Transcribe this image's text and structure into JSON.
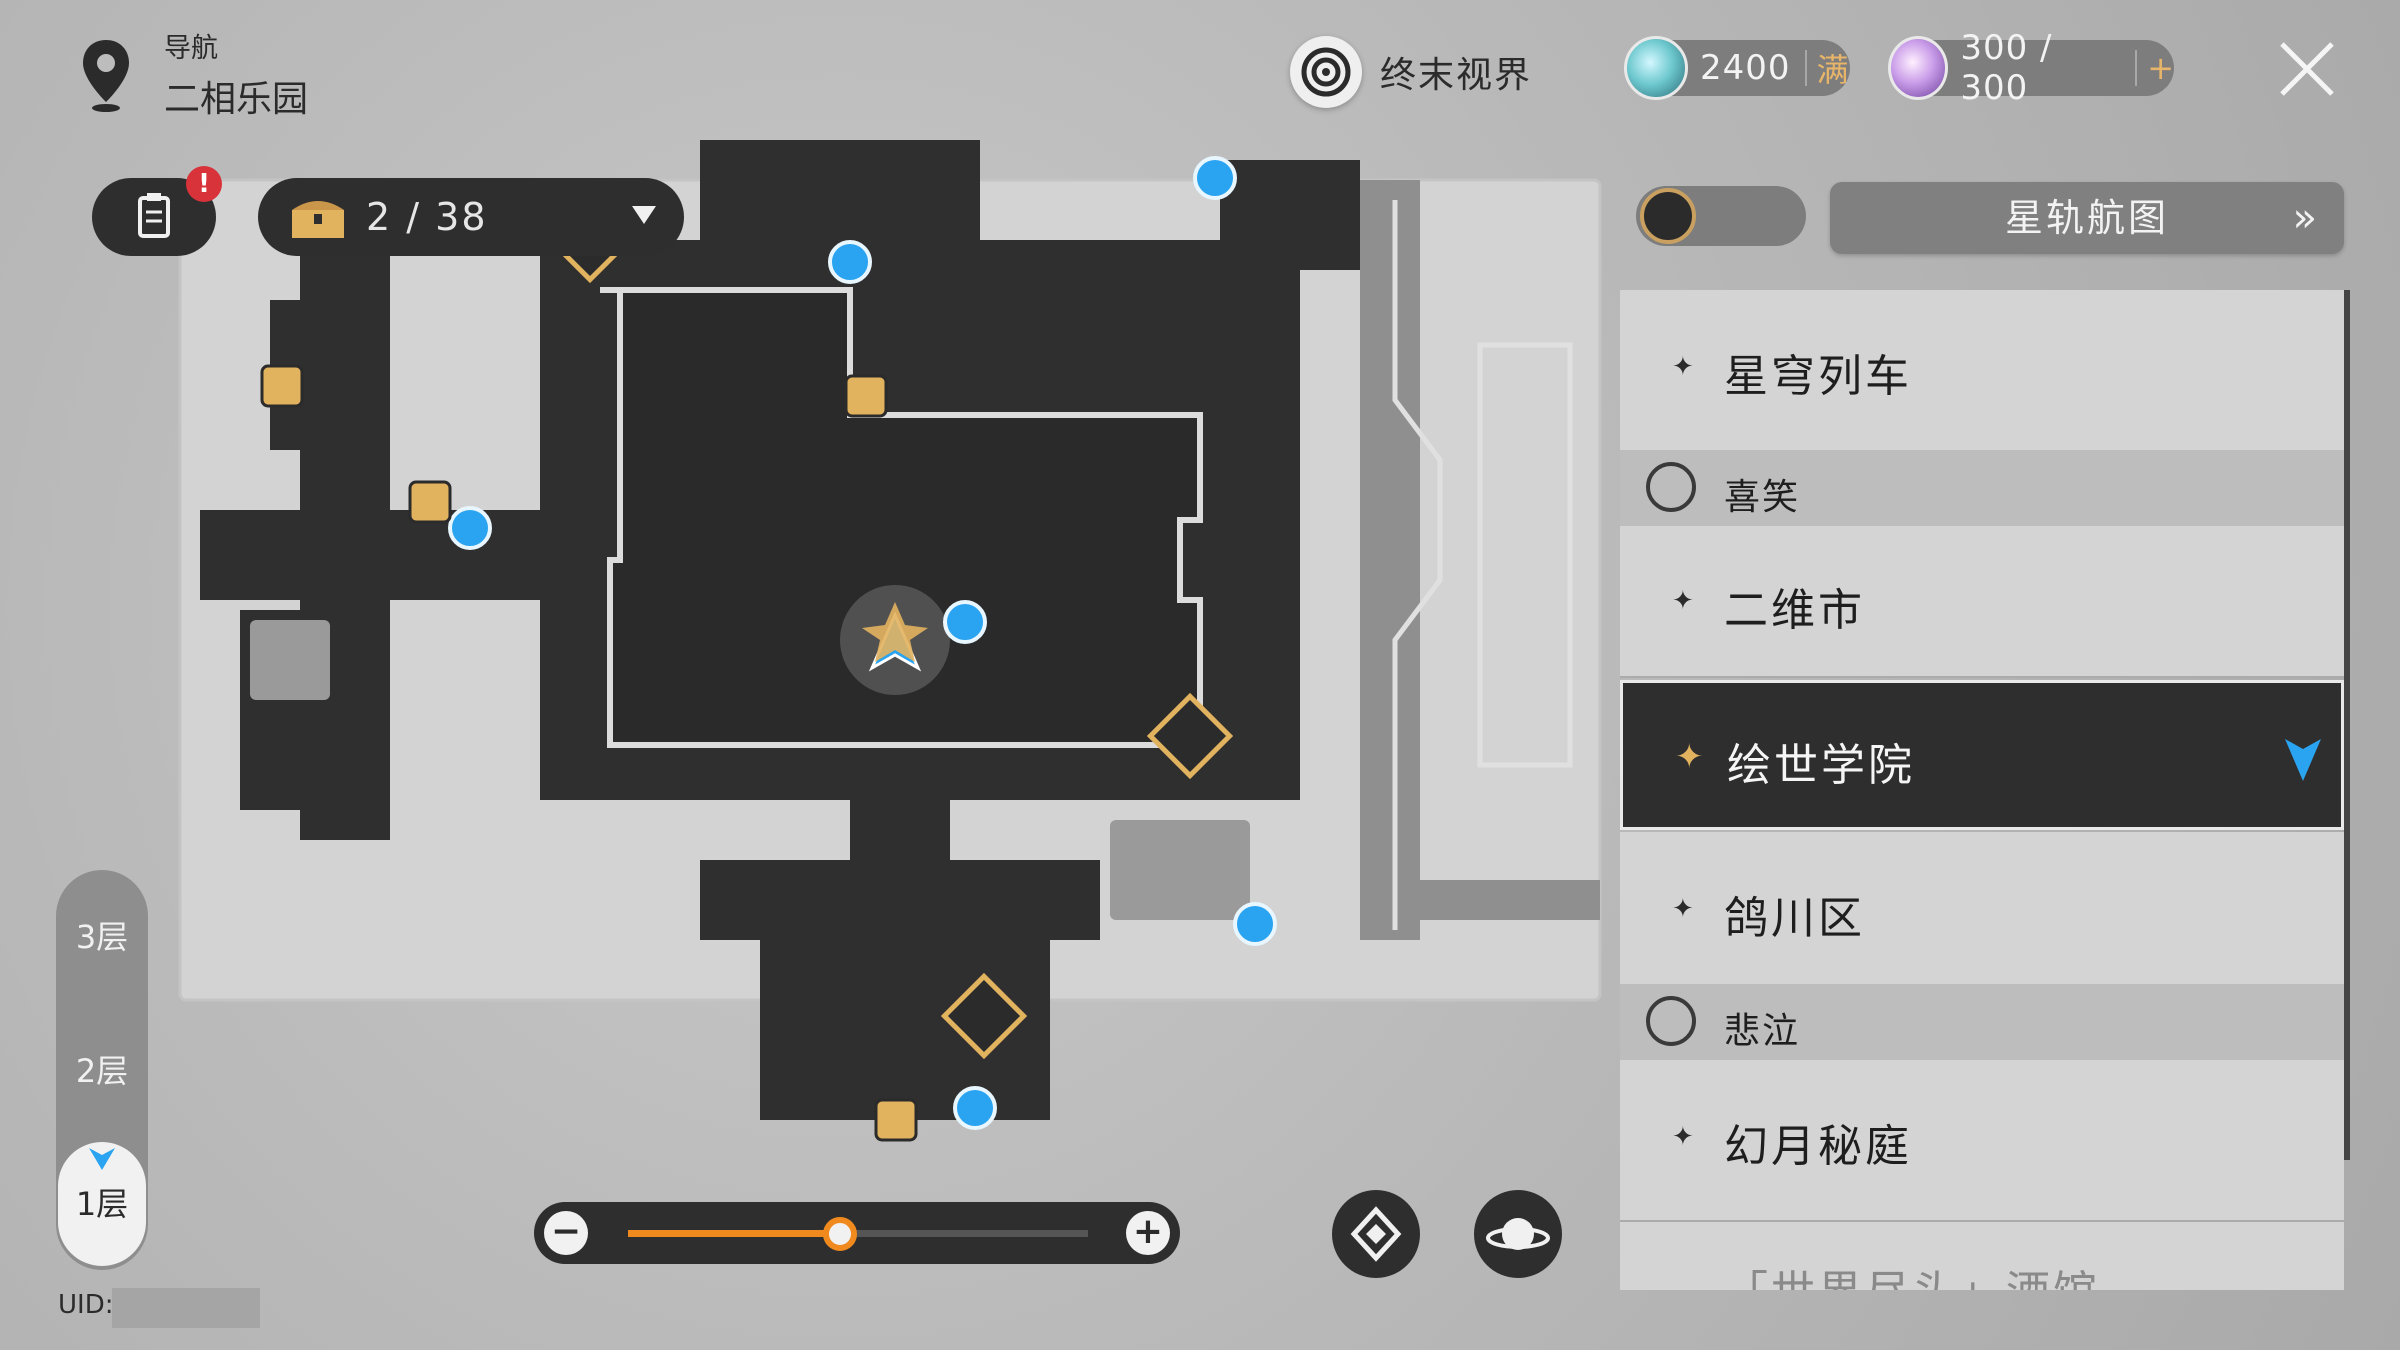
{
  "nav": {
    "label": "导航",
    "region": "二相乐园"
  },
  "top_bar": {
    "terminus_label": "终末视界",
    "resource_1": {
      "value": "2400",
      "tag": "满",
      "icon": "trailblaze-power-icon"
    },
    "resource_2": {
      "value": "300 / 300",
      "tag": "+",
      "icon": "fuel-icon"
    }
  },
  "map_controls": {
    "quest_badge": "!",
    "chest_count": "2 / 38"
  },
  "right_panel": {
    "starmap_label": "星轨航图",
    "starmap_chevron": "»",
    "locations": [
      {
        "type": "item",
        "name": "星穹列车"
      },
      {
        "type": "header",
        "name": "喜笑"
      },
      {
        "type": "item",
        "name": "二维市"
      },
      {
        "type": "item",
        "name": "绘世学院",
        "selected": true
      },
      {
        "type": "item",
        "name": "鸽川区"
      },
      {
        "type": "header",
        "name": "悲泣"
      },
      {
        "type": "item",
        "name": "幻月秘庭"
      },
      {
        "type": "item",
        "name": "「世界尽头」酒馆"
      }
    ]
  },
  "floors": {
    "items": [
      "3层",
      "2层",
      "1层"
    ],
    "selected": "1层"
  },
  "uid_label": "UID:",
  "zoom": {
    "minus": "−",
    "plus": "+",
    "level": 0.46
  },
  "colors": {
    "accent_orange": "#f08a1e",
    "selected_bg": "#2e2e2e",
    "teleport_blue": "#2aa3f0",
    "marker_gold": "#e2b35e"
  }
}
